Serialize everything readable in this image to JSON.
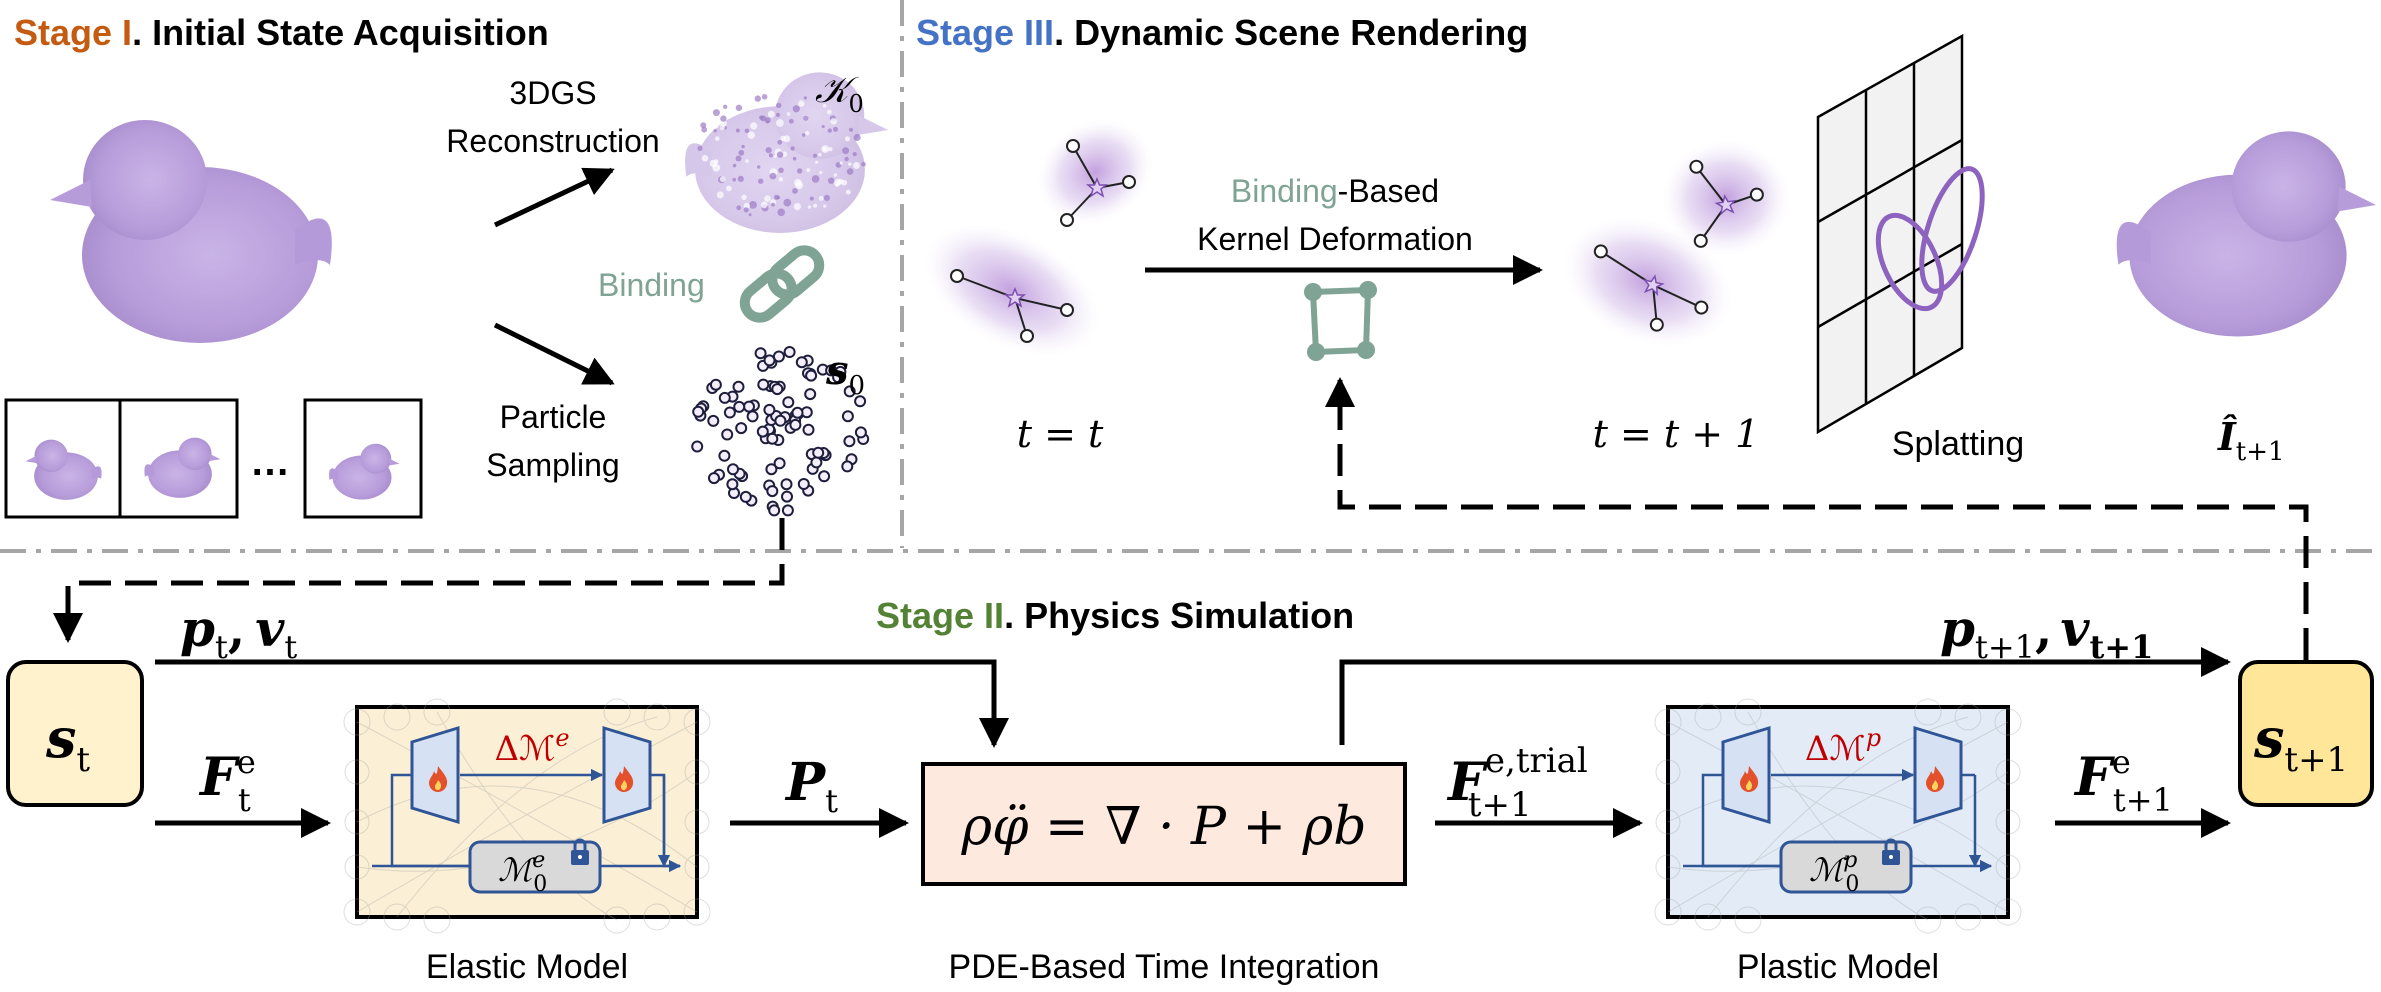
{
  "stage1": {
    "prefix": "Stage ",
    "numeral": "I",
    "title": ". Initial State Acquisition",
    "recon_line1": "3DGS",
    "recon_line2": "Reconstruction",
    "kernel_label": "𝒦",
    "kernel_sub": "0",
    "binding": "Binding",
    "particle_line1": "Particle",
    "particle_line2": "Sampling",
    "s0_label": "s",
    "s0_sub": "0",
    "dots": "…"
  },
  "stage2": {
    "prefix": "Stage ",
    "numeral": "II",
    "title": ". Physics Simulation",
    "p_v_in_p": "p",
    "p_v_in_p_sub": "t",
    "p_v_in_comma": ",",
    "p_v_in_v": "v",
    "p_v_in_v_sub": "t",
    "p_v_out_p": "p",
    "p_v_out_p_sub": "t+1",
    "p_v_out_comma": ",",
    "p_v_out_v": "v",
    "p_v_out_v_sub": "t+1",
    "st_label": "s",
    "st_sub": "t",
    "st1_label": "s",
    "st1_sub": "t+1",
    "fe_label": "F",
    "fe_sup": "e",
    "fe_sub": "t",
    "pt_label": "P",
    "pt_sub": "t",
    "ftrial_label": "F",
    "ftrial_sup": "e,trial",
    "ftrial_sub": "t+1",
    "fe1_label": "F",
    "fe1_sup": "e",
    "fe1_sub": "t+1",
    "pde_equation": "ρφ̈ = ∇ · P + ρb",
    "elastic_delta": "ΔℳE",
    "elastic_delta_text": "Δℳ",
    "elastic_delta_sup": "e",
    "elastic_m0": "ℳ",
    "elastic_m0_sup": "e",
    "elastic_m0_sub": "0",
    "plastic_delta_text": "Δℳ",
    "plastic_delta_sup": "p",
    "plastic_m0": "ℳ",
    "plastic_m0_sup": "p",
    "plastic_m0_sub": "0",
    "elastic_caption": "Elastic Model",
    "pde_caption": "PDE-Based Time Integration",
    "plastic_caption": "Plastic Model"
  },
  "stage3": {
    "prefix": "Stage ",
    "numeral": "III",
    "title": ". Dynamic Scene Rendering",
    "deform_binding": "Binding",
    "deform_rest": "-Based",
    "deform_line2": "Kernel Deformation",
    "t_label": "t = t",
    "t1_label": "t = t + 1",
    "splatting": "Splatting",
    "ihat_label": "Î",
    "ihat_sub": "t+1"
  },
  "colors": {
    "stage1": "#C55A11",
    "stage2": "#548235",
    "stage3": "#4472C4",
    "binding": "#7FA394",
    "red": "#C00000",
    "duck": "#B9A0D8",
    "s_box": "#FFE699",
    "elastic_bg": "#FBF0D6",
    "plastic_bg": "#E3ECF6",
    "pde_bg": "#FDE9DE",
    "blue_ui": "#2F5597"
  }
}
